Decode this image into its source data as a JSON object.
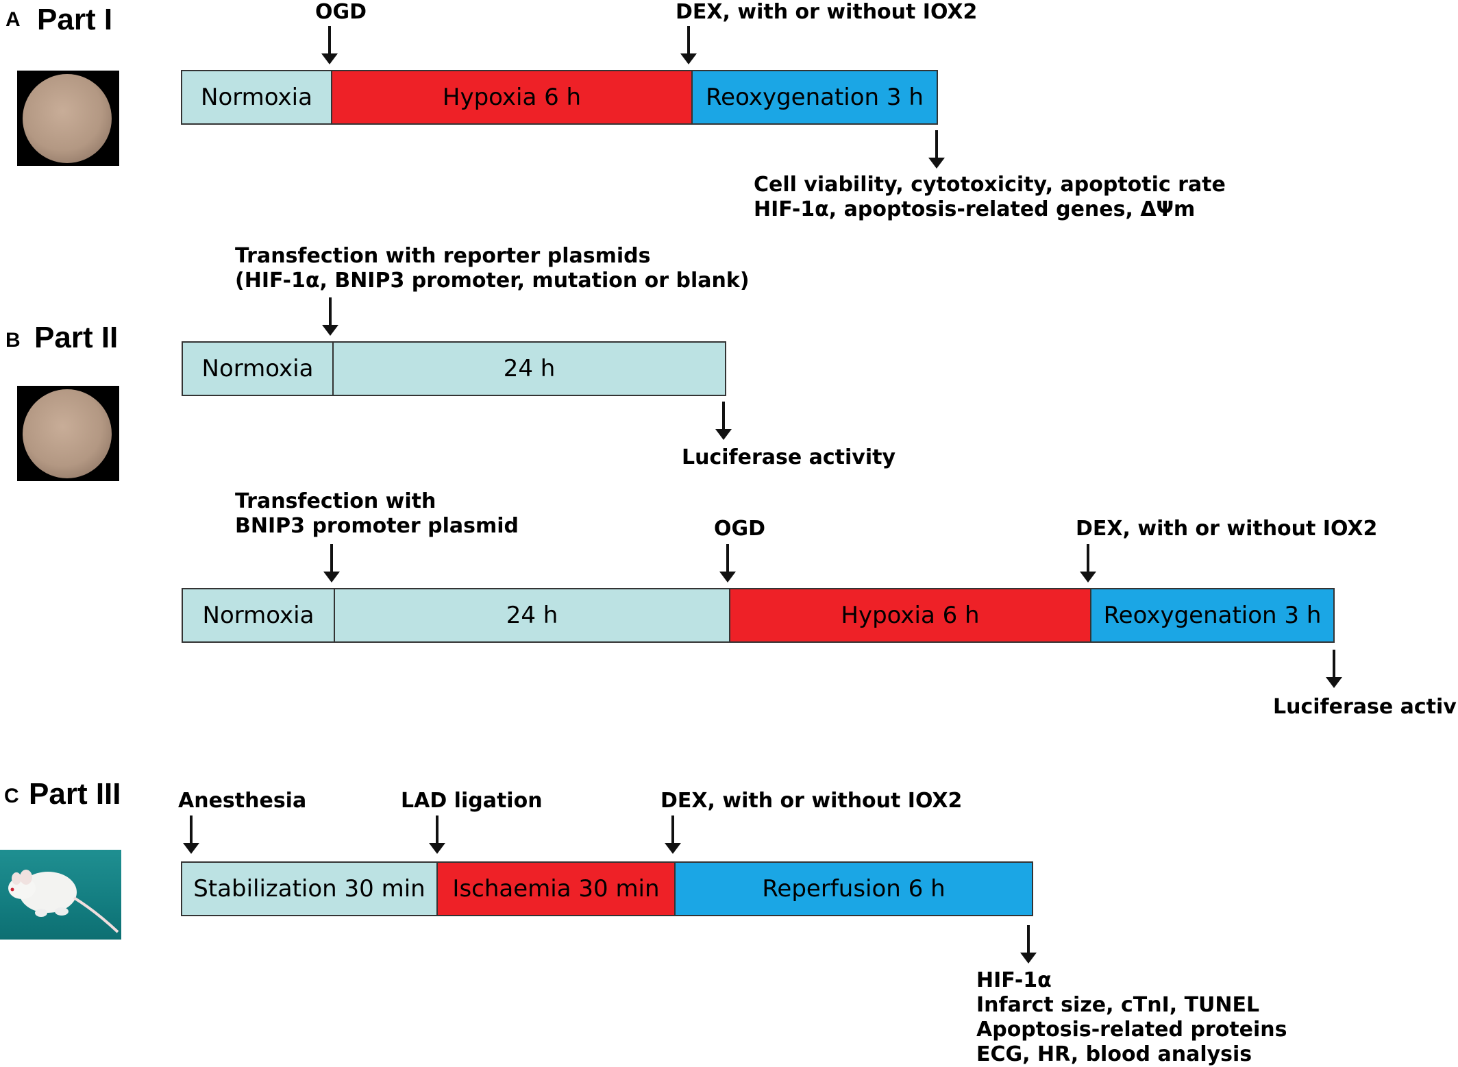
{
  "colors": {
    "normoxia": "#bce2e3",
    "hypoxia": "#ee2127",
    "reoxygenation": "#1ba6e5",
    "border": "#333333"
  },
  "panel_a": {
    "letter": "A",
    "title": "Part I",
    "photo_icon": "cell-culture-dish-photo",
    "markers": [
      "OGD",
      "DEX, with or without IOX2"
    ],
    "segments": [
      "Normoxia",
      "Hypoxia 6 h",
      "Reoxygenation 3 h"
    ],
    "outcome_lines": [
      "Cell viability, cytotoxicity, apoptotic rate",
      "HIF-1α, apoptosis-related genes, ΔΨm"
    ]
  },
  "panel_b": {
    "letter": "B",
    "title": "Part II",
    "photo_icon": "cell-culture-dish-photo",
    "row1": {
      "marker_lines": [
        "Transfection with reporter plasmids",
        "(HIF-1α, BNIP3 promoter, mutation or blank)"
      ],
      "segments": [
        "Normoxia",
        "24 h"
      ],
      "outcome": "Luciferase activity"
    },
    "row2": {
      "marker1_lines": [
        "Transfection with",
        "BNIP3 promoter plasmid"
      ],
      "marker2": "OGD",
      "marker3": "DEX, with or without IOX2",
      "segments": [
        "Normoxia",
        "24 h",
        "Hypoxia 6 h",
        "Reoxygenation 3 h"
      ],
      "outcome": "Luciferase activity"
    }
  },
  "panel_c": {
    "letter": "C",
    "title": "Part III",
    "photo_icon": "white-mouse-photo",
    "markers": [
      "Anesthesia",
      "LAD ligation",
      "DEX, with or without IOX2"
    ],
    "segments": [
      "Stabilization 30 min",
      "Ischaemia 30 min",
      "Reperfusion 6 h"
    ],
    "outcome_lines": [
      "HIF-1α",
      "Infarct size, cTnI, TUNEL",
      "Apoptosis-related proteins",
      "ECG, HR, blood analysis"
    ]
  }
}
